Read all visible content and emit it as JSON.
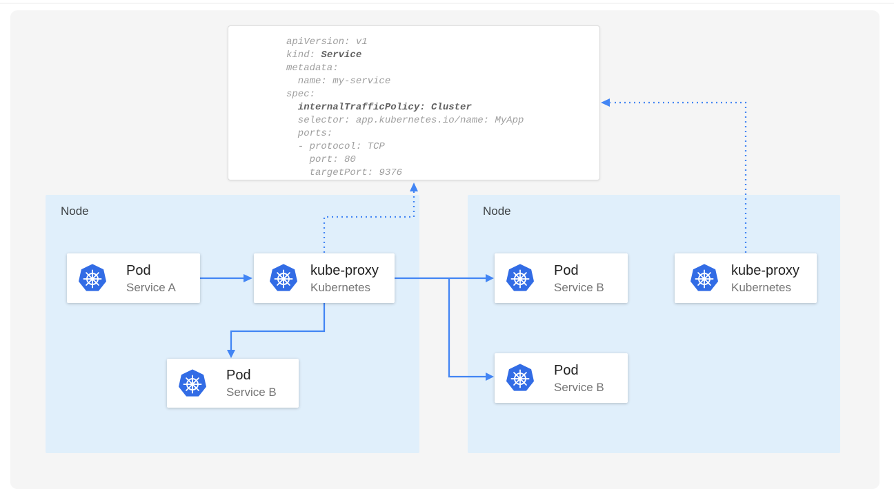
{
  "yaml": {
    "l1": "apiVersion: v1",
    "l2a": "kind: ",
    "l2b": "Service",
    "l3": "metadata:",
    "l4": "  name: my-service",
    "l5": "spec:",
    "l6": "  internalTrafficPolicy: Cluster",
    "l7": "  selector: app.kubernetes.io/name: MyApp",
    "l8": "  ports:",
    "l9": "  - protocol: TCP",
    "l10": "    port: 80",
    "l11": "    targetPort: 9376"
  },
  "nodes": [
    {
      "label": "Node"
    },
    {
      "label": "Node"
    }
  ],
  "cards": [
    {
      "title": "Pod",
      "subtitle": "Service A"
    },
    {
      "title": "kube-proxy",
      "subtitle": "Kubernetes"
    },
    {
      "title": "Pod",
      "subtitle": "Service B"
    },
    {
      "title": "Pod",
      "subtitle": "Service B"
    },
    {
      "title": "kube-proxy",
      "subtitle": "Kubernetes"
    },
    {
      "title": "Pod",
      "subtitle": "Service B"
    }
  ],
  "icons": {
    "card_icon": "kubernetes-helm-wheel"
  },
  "colors": {
    "accent_blue": "#4285F4",
    "kubernetes_blue": "#326CE5",
    "node_bg": "#E0EFFB",
    "canvas_bg": "#F5F5F5",
    "card_title": "#212121",
    "card_subtitle": "#757575",
    "yaml_text": "#9E9E9E",
    "yaml_text_bold": "#616161"
  }
}
